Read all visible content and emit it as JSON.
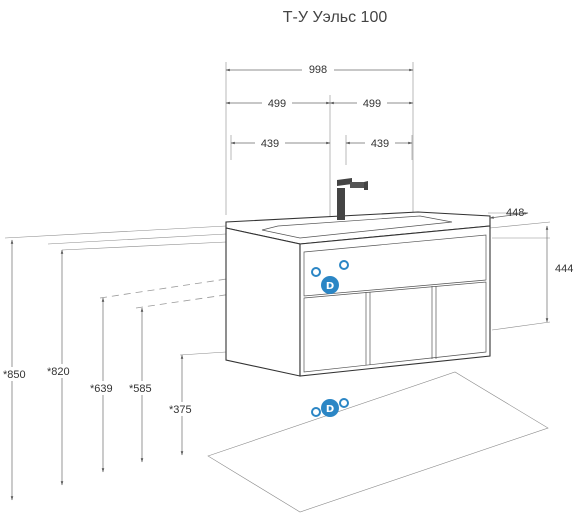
{
  "title": "Т-У Уэльс 100",
  "dimensions": {
    "total_width": "998",
    "half_left": "499",
    "half_right": "499",
    "inner_left": "439",
    "inner_right": "439",
    "depth": "448",
    "cabinet_height": "444",
    "height_850": "*850",
    "height_820": "*820",
    "height_639": "*639",
    "height_585": "*585",
    "height_375": "*375"
  },
  "logo_letter": "D",
  "colors": {
    "accent": "#2b86c5",
    "line": "#333333"
  }
}
